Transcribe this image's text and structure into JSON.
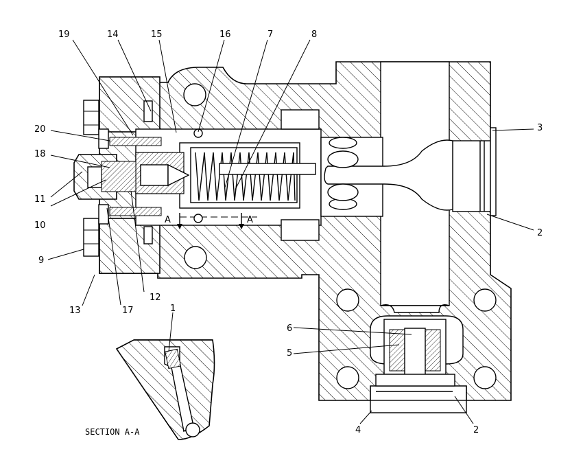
{
  "callouts": {
    "c19": "19",
    "c14": "14",
    "c15": "15",
    "c16": "16",
    "c7": "7",
    "c8": "8",
    "c20": "20",
    "c18": "18",
    "c11": "11",
    "c10": "10",
    "c9": "9",
    "c13": "13",
    "c17": "17",
    "c12": "12",
    "c3": "3",
    "c2a": "2",
    "c6": "6",
    "c5": "5",
    "c4": "4",
    "c2b": "2",
    "c1": "1"
  },
  "section_marks": {
    "a1": "A",
    "a2": "A"
  },
  "section_caption": "SECTION A-A"
}
